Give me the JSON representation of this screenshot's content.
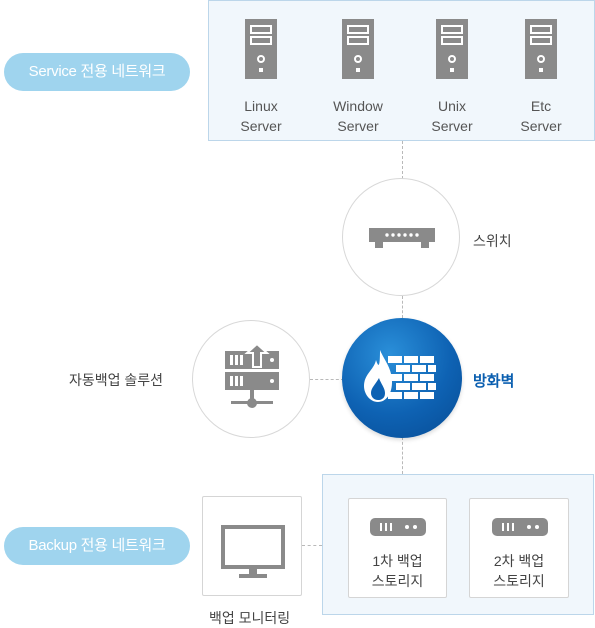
{
  "network": {
    "service_label": "Service 전용 네트워크",
    "backup_label": "Backup 전용 네트워크"
  },
  "servers": [
    {
      "label": "Linux\nServer",
      "icon": "server-tower-icon"
    },
    {
      "label": "Window\nServer",
      "icon": "server-tower-icon"
    },
    {
      "label": "Unix\nServer",
      "icon": "server-tower-icon"
    },
    {
      "label": "Etc\nServer",
      "icon": "server-tower-icon"
    }
  ],
  "switch": {
    "label": "스위치",
    "icon": "network-switch-icon"
  },
  "firewall": {
    "label": "방화벽",
    "icon": "firewall-icon",
    "color": "#0b5fb0"
  },
  "auto_backup": {
    "label": "자동백업 솔루션",
    "icon": "backup-server-icon"
  },
  "monitor": {
    "label": "백업 모니터링",
    "icon": "monitor-icon"
  },
  "storages": [
    {
      "label": "1차 백업\n스토리지",
      "icon": "storage-drive-icon"
    },
    {
      "label": "2차 백업\n스토리지",
      "icon": "storage-drive-icon"
    }
  ],
  "colors": {
    "pill": "#9fd4ee",
    "box_fill": "#f1f7fc",
    "box_border": "#bcd6ea",
    "icon_gray": "#8a8a8a"
  }
}
